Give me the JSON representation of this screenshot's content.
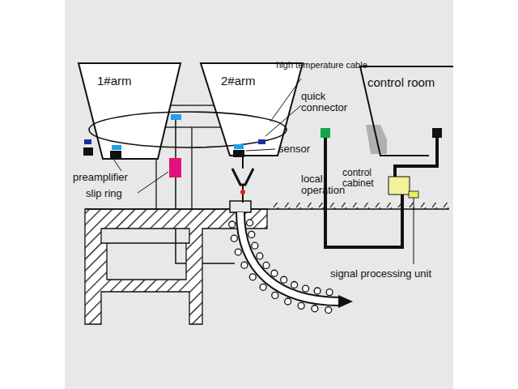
{
  "diagram": {
    "nodes": [
      {
        "text": [
          "1#arm"
        ]
      },
      {
        "text": [
          "2#arm"
        ]
      },
      {
        "text": [
          "control room"
        ]
      }
    ],
    "labels": [
      "high temperature cable",
      "quick connector",
      "sensor",
      "preamplifier",
      "slip ring",
      "local operation",
      "control cabinet",
      "signal processing unit"
    ]
  }
}
